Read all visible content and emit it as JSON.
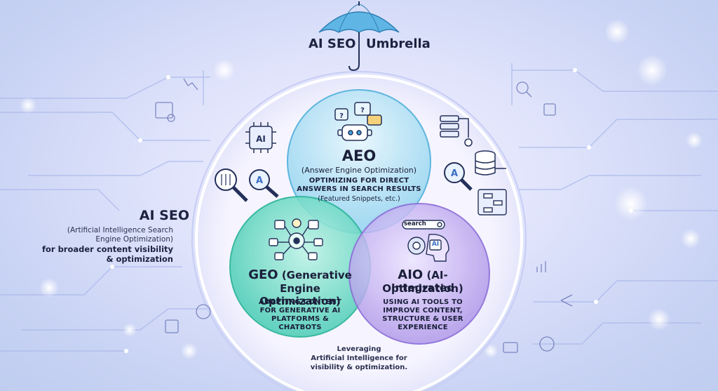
{
  "umbrella": {
    "left": "AI SEO",
    "right": "Umbrella"
  },
  "ai_seo": {
    "title": "AI SEO",
    "subtitle": "(Artificial Intelligence Search Engine Optimization)",
    "tagline": "for broader content visibility & optimization"
  },
  "aeo": {
    "title": "AEO",
    "subtitle": "(Answer Engine Optimization)",
    "line1": "OPTIMIZING FOR DIRECT",
    "line2": "ANSWERS IN SEARCH RESULTS",
    "note": "(Featured Snippets, etc.)"
  },
  "geo": {
    "title": "GEO",
    "title_rest": "(Generative",
    "title_line2": "Engine Optimization)",
    "desc1": "ADAPTING CONTENT",
    "desc2": "FOR GENERATIVE AI",
    "desc3": "PLATFORMS &",
    "desc4": "CHATBOTS"
  },
  "aio": {
    "title": "AIO",
    "title_rest": "(AI-Integrated",
    "title_line2": "Optimization)",
    "search_label": "search",
    "chip_label": "AI",
    "desc1": "USING AI TOOLS TO",
    "desc2": "IMPROVE CONTENT,",
    "desc3": "STRUCTURE & USER",
    "desc4": "EXPERIENCE"
  },
  "footer": {
    "line1": "Leveraging",
    "line2": "Artificial Intelligence for",
    "line3": "visibility & optimization."
  },
  "icons": {
    "chip_label": "AI",
    "search_a": "A",
    "bubble_q": "?"
  },
  "colors": {
    "aeo": "#8fd2ee",
    "geo": "#3fc9b0",
    "aio": "#a88ee6",
    "umbrella": "#4fa9d8",
    "text": "#1c2240"
  }
}
